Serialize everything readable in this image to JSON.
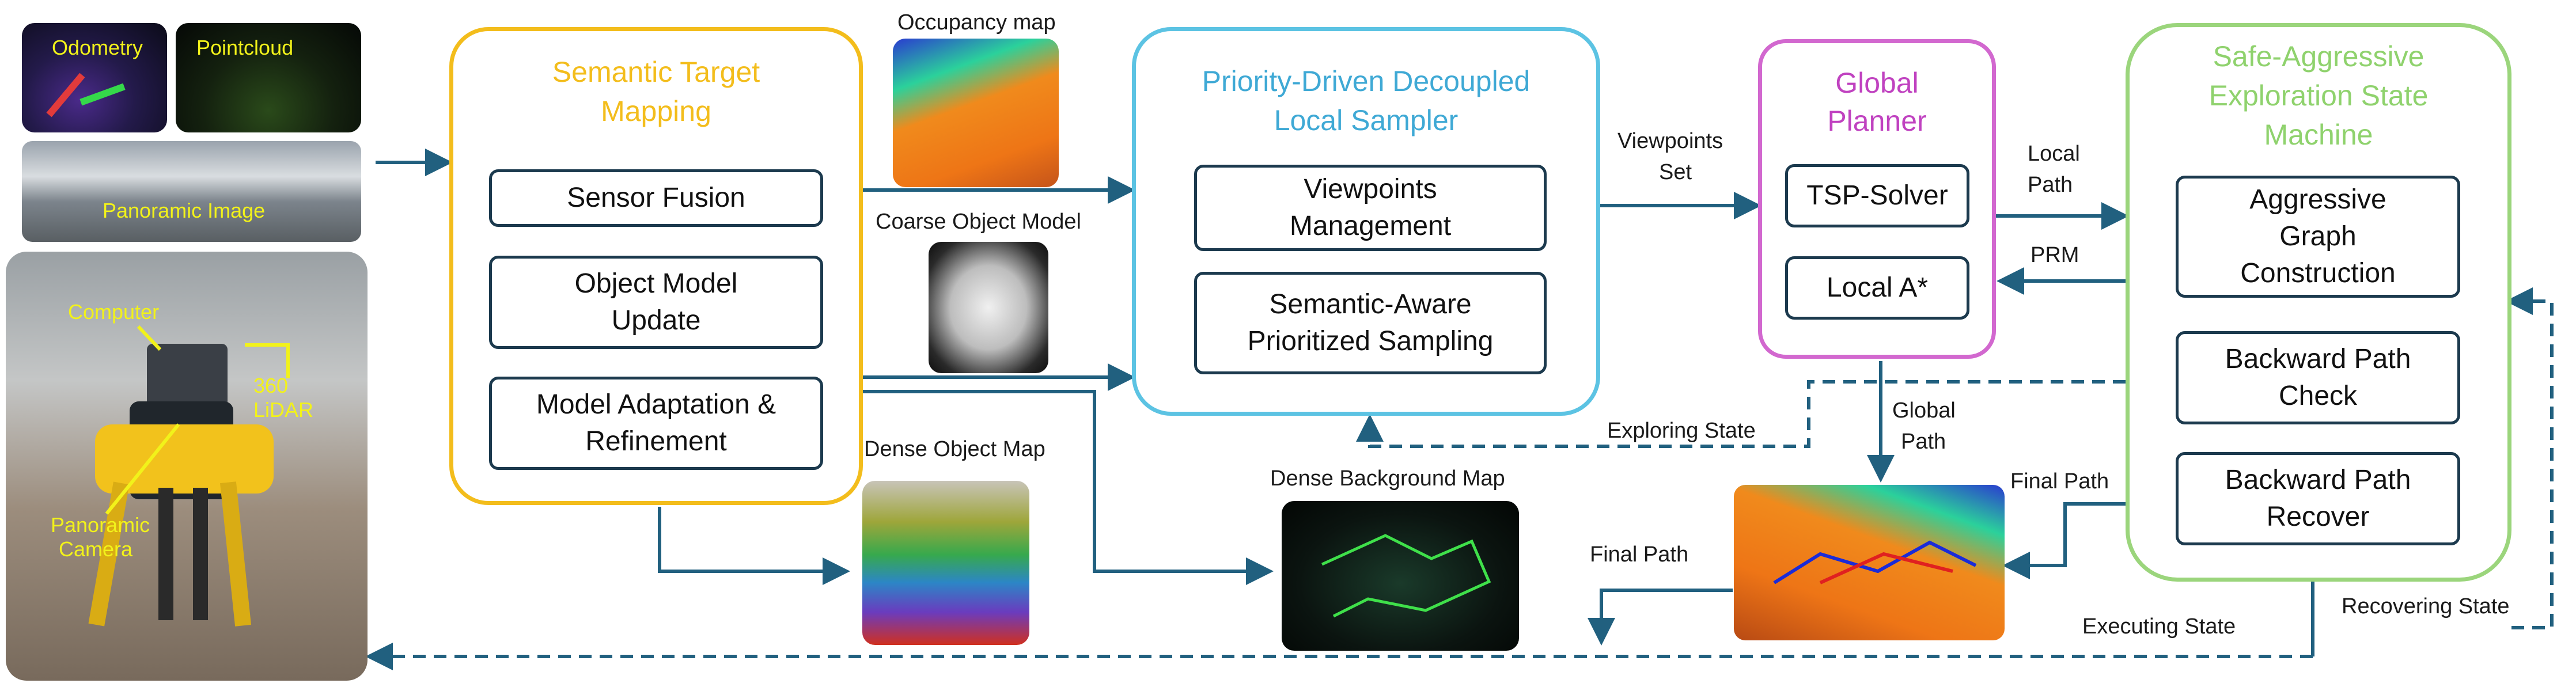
{
  "sensors": {
    "odometry": "Odometry",
    "pointcloud": "Pointcloud",
    "panoramic_image": "Panoramic Image",
    "robot_labels": {
      "computer": "Computer",
      "lidar_line1": "360",
      "lidar_line2": "LiDAR",
      "camera_line1": "Panoramic",
      "camera_line2": "Camera"
    }
  },
  "modules": {
    "semantic_mapping": {
      "title_line1": "Semantic Target",
      "title_line2": "Mapping",
      "items": [
        "Sensor Fusion",
        "Object Model Update",
        "Model Adaptation & Refinement"
      ]
    },
    "local_sampler": {
      "title_line1": "Priority-Driven Decoupled",
      "title_line2": "Local Sampler",
      "items": [
        "Viewpoints Management",
        "Semantic-Aware Prioritized Sampling"
      ]
    },
    "global_planner": {
      "title_line1": "Global",
      "title_line2": "Planner",
      "items": [
        "TSP-Solver",
        "Local A*"
      ]
    },
    "state_machine": {
      "title_line1": "Safe-Aggressive",
      "title_line2": "Exploration State",
      "title_line3": "Machine",
      "items": [
        "Aggressive Graph Construction",
        "Backward Path Check",
        "Backward Path Recover"
      ]
    }
  },
  "images": {
    "occupancy_map": "Occupancy map",
    "coarse_object_model": "Coarse Object Model",
    "dense_object_map": "Dense Object Map",
    "dense_background_map": "Dense Background Map"
  },
  "edges": {
    "viewpoints_set_line1": "Viewpoints",
    "viewpoints_set_line2": "Set",
    "local_path_line1": "Local",
    "local_path_line2": "Path",
    "prm": "PRM",
    "global_path_line1": "Global",
    "global_path_line2": "Path",
    "exploring_state": "Exploring State",
    "final_path_right": "Final Path",
    "final_path_left": "Final Path",
    "executing_state": "Executing State",
    "recovering_state": "Recovering State"
  },
  "colors": {
    "semantic_mapping": "#f3bd1c",
    "local_sampler": "#5cc3e3",
    "global_planner": "#d268cf",
    "state_machine": "#9bd57c",
    "arrow": "#21607f",
    "inner_box_border": "#1c3a4e",
    "sensor_label_text": "#f2f21a"
  }
}
